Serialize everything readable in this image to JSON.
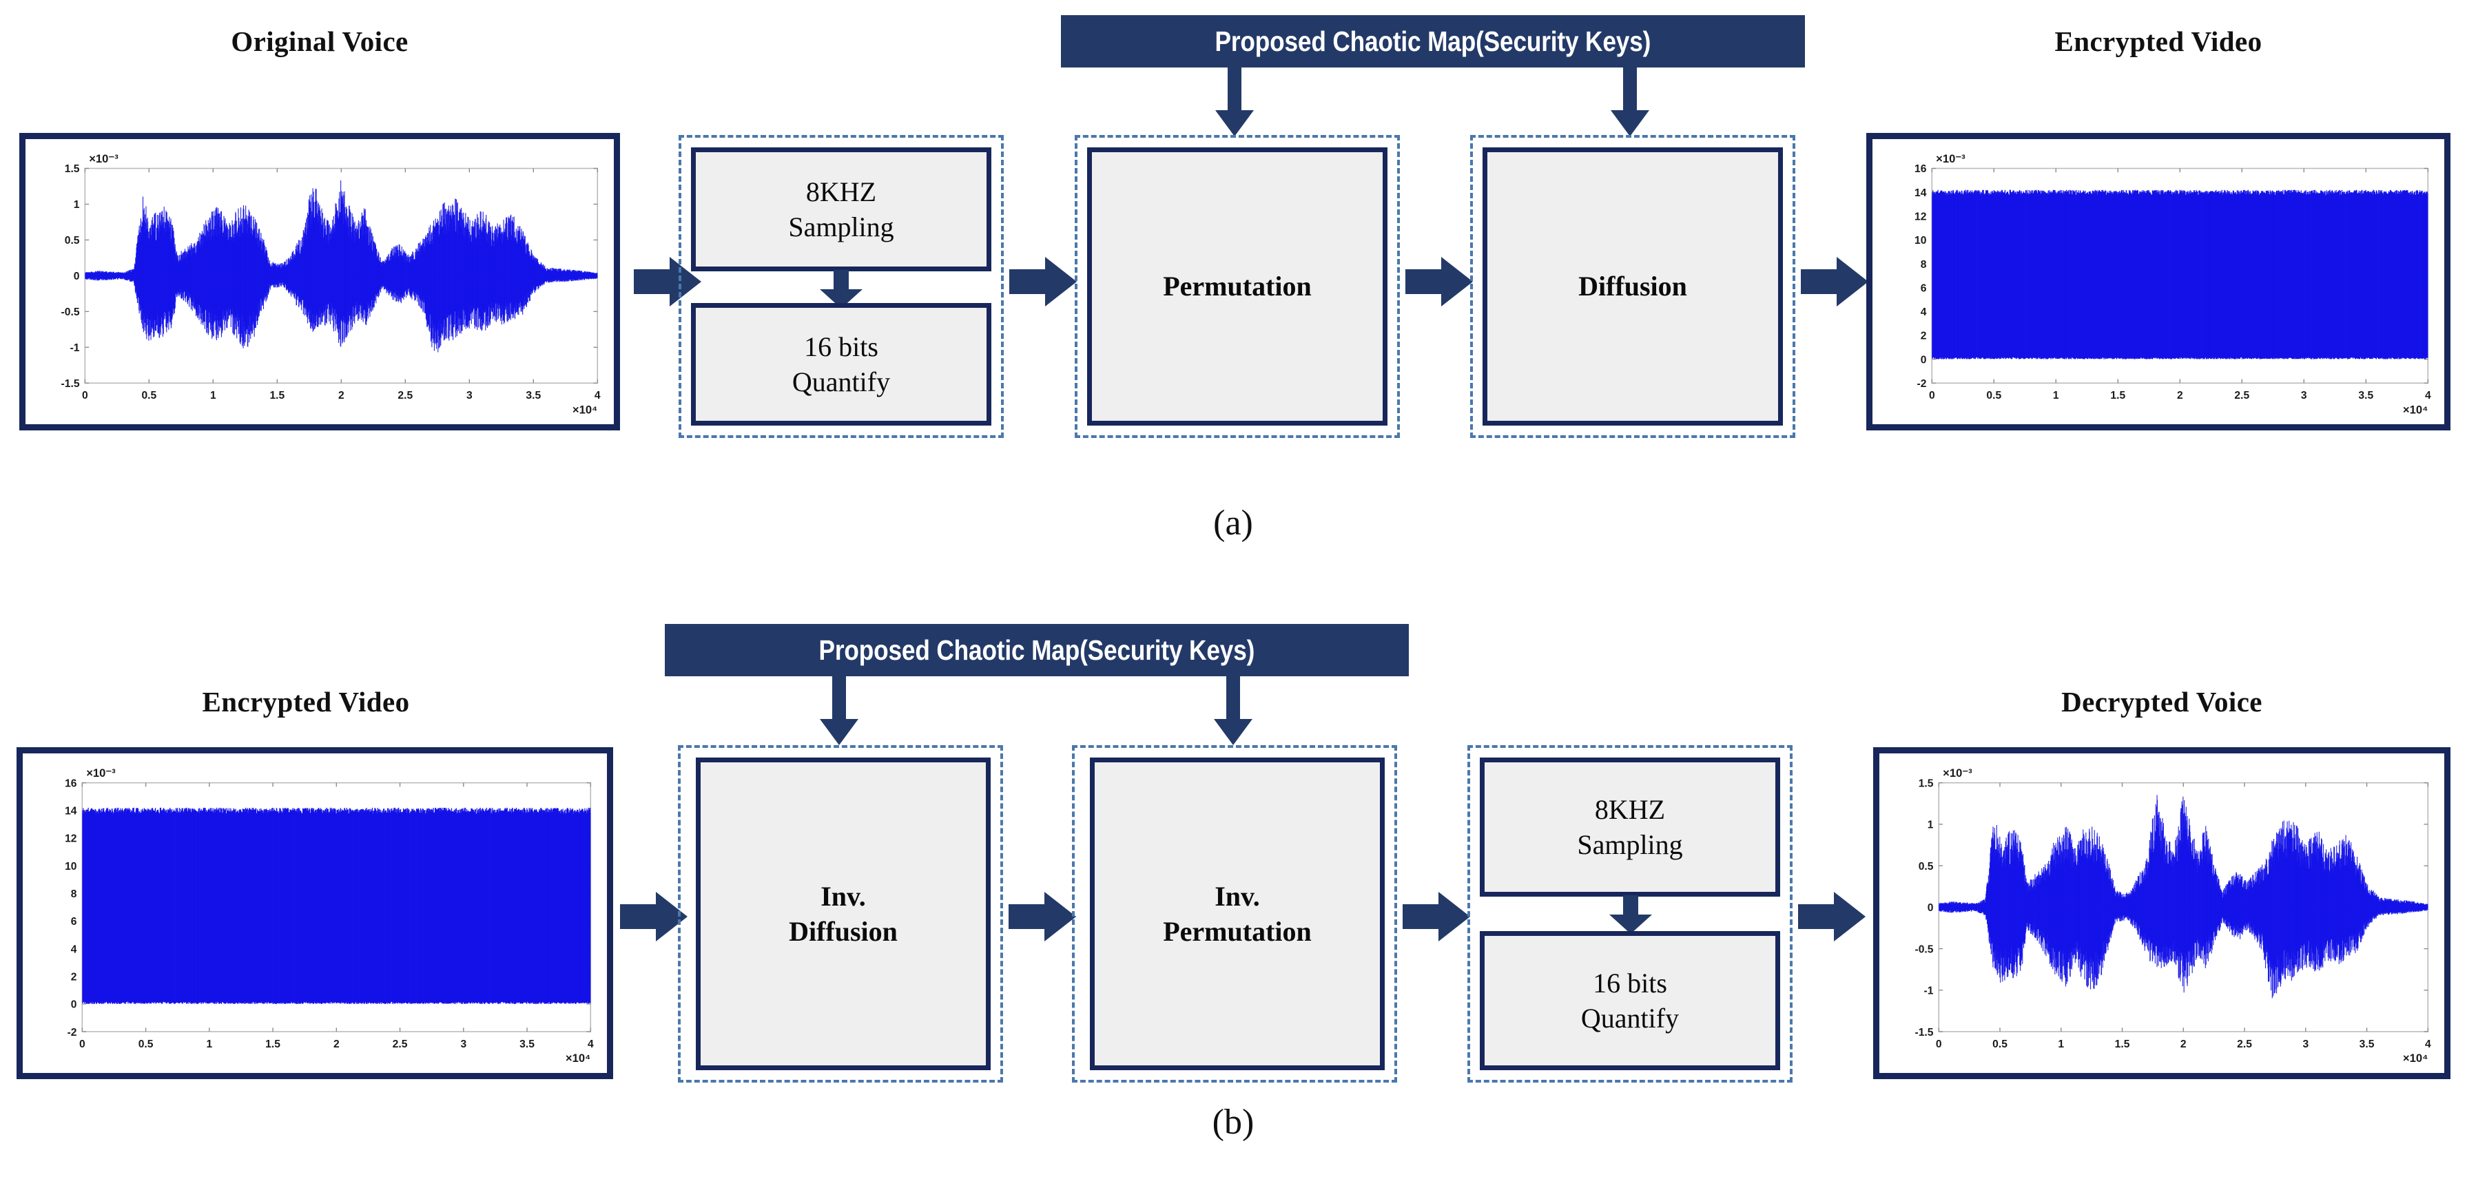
{
  "figure": {
    "panels": [
      {
        "caption": "(a)",
        "caption_prefix": "(",
        "caption_letter": "a",
        "caption_suffix": ")"
      },
      {
        "caption": "(b)",
        "caption_prefix": "(",
        "caption_letter": "b",
        "caption_suffix": ")"
      }
    ]
  },
  "panel_a": {
    "caption": "(a)",
    "input_title": "Original Voice",
    "output_title": "Encrypted Video",
    "key_bar": "Proposed Chaotic Map(Security Keys)",
    "stage1": {
      "box1": "8KHZ\nSampling",
      "box1_line1": "8KHZ",
      "box1_line2": "Sampling",
      "box2": "16 bits\nQuantify",
      "box2_line1": "16 bits",
      "box2_line2": "Quantify"
    },
    "stage2": {
      "label": "Permutation"
    },
    "stage3": {
      "label": "Diffusion"
    }
  },
  "panel_b": {
    "caption": "(b)",
    "input_title": "Encrypted Video",
    "output_title": "Decrypted Voice",
    "key_bar": "Proposed Chaotic Map(Security Keys)",
    "stage1": {
      "label_line1": "Inv.",
      "label_line2": "Diffusion"
    },
    "stage2": {
      "label_line1": "Inv.",
      "label_line2": "Permutation"
    },
    "stage3": {
      "box1_line1": "8KHZ",
      "box1_line2": "Sampling",
      "box2_line1": "16 bits",
      "box2_line2": "Quantify"
    }
  },
  "colors": {
    "navy": "#233a68",
    "frame_navy": "#17275b",
    "dashed_blue": "#4a78ab",
    "box_fill": "#efefef",
    "signal_blue": "#1412e8",
    "background": "#ffffff"
  },
  "chart_data": [
    {
      "id": "original-voice",
      "type": "line",
      "title": "Original Voice",
      "xlabel": "",
      "ylabel": "",
      "x_exponent": "×10⁴",
      "y_exponent": "×10⁻³",
      "xlim": [
        0,
        4
      ],
      "ylim": [
        -1.5,
        1.5
      ],
      "xticks": [
        "0",
        "0.5",
        "1",
        "1.5",
        "2",
        "2.5",
        "3",
        "3.5",
        "4"
      ],
      "yticks": [
        "1.5",
        "1",
        "0.5",
        "0",
        "-0.5",
        "-1",
        "-1.5"
      ],
      "grid": false,
      "legend": "none",
      "series_color": "#1412e8",
      "description": "Speech waveform, amplitude envelope of a voice sample",
      "envelope_x": [
        0.0,
        0.1,
        0.2,
        0.3,
        0.38,
        0.45,
        0.5,
        0.56,
        0.62,
        0.68,
        0.72,
        0.8,
        0.88,
        0.95,
        1.05,
        1.12,
        1.18,
        1.25,
        1.32,
        1.38,
        1.45,
        1.55,
        1.62,
        1.7,
        1.78,
        1.85,
        1.92,
        2.0,
        2.05,
        2.12,
        2.18,
        2.25,
        2.32,
        2.4,
        2.46,
        2.52,
        2.58,
        2.65,
        2.72,
        2.8,
        2.88,
        2.95,
        3.02,
        3.1,
        3.18,
        3.26,
        3.34,
        3.42,
        3.5,
        3.6,
        3.72,
        3.85,
        4.0
      ],
      "envelope_top": [
        0.05,
        0.07,
        0.06,
        0.05,
        0.1,
        1.12,
        0.85,
        0.9,
        1.0,
        0.78,
        0.3,
        0.42,
        0.55,
        0.85,
        1.0,
        0.72,
        0.95,
        1.0,
        0.85,
        0.6,
        0.2,
        0.18,
        0.35,
        0.6,
        1.4,
        0.95,
        0.7,
        1.4,
        1.05,
        0.7,
        1.0,
        0.55,
        0.2,
        0.4,
        0.45,
        0.3,
        0.42,
        0.55,
        0.8,
        1.02,
        1.12,
        0.92,
        0.8,
        0.95,
        0.7,
        0.78,
        0.9,
        0.62,
        0.3,
        0.12,
        0.1,
        0.08,
        0.04
      ],
      "envelope_bot": [
        -0.05,
        -0.07,
        -0.06,
        -0.05,
        -0.1,
        -0.85,
        -0.92,
        -0.88,
        -0.85,
        -0.8,
        -0.28,
        -0.4,
        -0.6,
        -0.82,
        -0.98,
        -0.7,
        -0.9,
        -1.05,
        -0.88,
        -0.55,
        -0.18,
        -0.16,
        -0.32,
        -0.58,
        -0.8,
        -0.72,
        -0.68,
        -1.05,
        -0.9,
        -0.62,
        -0.75,
        -0.5,
        -0.18,
        -0.35,
        -0.4,
        -0.28,
        -0.38,
        -0.55,
        -1.18,
        -0.95,
        -0.9,
        -0.8,
        -0.72,
        -0.82,
        -0.65,
        -0.7,
        -0.62,
        -0.55,
        -0.26,
        -0.1,
        -0.09,
        -0.07,
        -0.04
      ]
    },
    {
      "id": "encrypted-video",
      "type": "line",
      "title": "Encrypted Video",
      "xlabel": "",
      "ylabel": "",
      "x_exponent": "×10⁴",
      "y_exponent": "×10⁻³",
      "xlim": [
        0,
        4
      ],
      "ylim": [
        -2,
        16
      ],
      "xticks": [
        "0",
        "0.5",
        "1",
        "1.5",
        "2",
        "2.5",
        "3",
        "3.5",
        "4"
      ],
      "yticks": [
        "16",
        "14",
        "12",
        "10",
        "8",
        "6",
        "4",
        "2",
        "0",
        "-2"
      ],
      "grid": false,
      "legend": "none",
      "series_color": "#1412e8",
      "description": "Encrypted signal fills the band uniformly from 0 to about 14.2 (×10⁻³)",
      "band_low": 0.0,
      "band_high": 14.2
    },
    {
      "id": "encrypted-video-b",
      "type": "line",
      "title": "Encrypted Video",
      "xlabel": "",
      "ylabel": "",
      "x_exponent": "×10⁴",
      "y_exponent": "×10⁻³",
      "xlim": [
        0,
        4
      ],
      "ylim": [
        -2,
        16
      ],
      "xticks": [
        "0",
        "0.5",
        "1",
        "1.5",
        "2",
        "2.5",
        "3",
        "3.5",
        "4"
      ],
      "yticks": [
        "16",
        "14",
        "12",
        "10",
        "8",
        "6",
        "4",
        "2",
        "0",
        "-2"
      ],
      "grid": false,
      "legend": "none",
      "series_color": "#1412e8",
      "description": "Encrypted signal fills the band uniformly from 0 to about 14.2 (×10⁻³)",
      "band_low": 0.0,
      "band_high": 14.2
    },
    {
      "id": "decrypted-voice",
      "type": "line",
      "title": "Decrypted Voice",
      "xlabel": "",
      "ylabel": "",
      "x_exponent": "×10⁴",
      "y_exponent": "×10⁻³",
      "xlim": [
        0,
        4
      ],
      "ylim": [
        -1.5,
        1.5
      ],
      "xticks": [
        "0",
        "0.5",
        "1",
        "1.5",
        "2",
        "2.5",
        "3",
        "3.5",
        "4"
      ],
      "yticks": [
        "1.5",
        "1",
        "0.5",
        "0",
        "-0.5",
        "-1",
        "-1.5"
      ],
      "grid": false,
      "legend": "none",
      "series_color": "#1412e8",
      "description": "Recovered speech waveform, visually identical to the original voice",
      "envelope_x": [
        0.0,
        0.1,
        0.2,
        0.3,
        0.38,
        0.45,
        0.5,
        0.56,
        0.62,
        0.68,
        0.72,
        0.8,
        0.88,
        0.95,
        1.05,
        1.12,
        1.18,
        1.25,
        1.32,
        1.38,
        1.45,
        1.55,
        1.62,
        1.7,
        1.78,
        1.85,
        1.92,
        2.0,
        2.05,
        2.12,
        2.18,
        2.25,
        2.32,
        2.4,
        2.46,
        2.52,
        2.58,
        2.65,
        2.72,
        2.8,
        2.88,
        2.95,
        3.02,
        3.1,
        3.18,
        3.26,
        3.34,
        3.42,
        3.5,
        3.6,
        3.72,
        3.85,
        4.0
      ],
      "envelope_top": [
        0.05,
        0.07,
        0.06,
        0.05,
        0.1,
        1.12,
        0.85,
        0.9,
        1.0,
        0.78,
        0.3,
        0.42,
        0.55,
        0.85,
        1.0,
        0.72,
        0.95,
        1.0,
        0.85,
        0.6,
        0.2,
        0.18,
        0.35,
        0.6,
        1.4,
        0.95,
        0.7,
        1.4,
        1.05,
        0.7,
        1.0,
        0.55,
        0.2,
        0.4,
        0.45,
        0.3,
        0.42,
        0.55,
        0.8,
        1.02,
        1.12,
        0.92,
        0.8,
        0.95,
        0.7,
        0.78,
        0.9,
        0.62,
        0.3,
        0.12,
        0.1,
        0.08,
        0.04
      ],
      "envelope_bot": [
        -0.05,
        -0.07,
        -0.06,
        -0.05,
        -0.1,
        -0.85,
        -0.92,
        -0.88,
        -0.85,
        -0.8,
        -0.28,
        -0.4,
        -0.6,
        -0.82,
        -0.98,
        -0.7,
        -0.9,
        -1.05,
        -0.88,
        -0.55,
        -0.18,
        -0.16,
        -0.32,
        -0.58,
        -0.8,
        -0.72,
        -0.68,
        -1.05,
        -0.9,
        -0.62,
        -0.75,
        -0.5,
        -0.18,
        -0.35,
        -0.4,
        -0.28,
        -0.38,
        -0.55,
        -1.18,
        -0.95,
        -0.9,
        -0.8,
        -0.72,
        -0.82,
        -0.65,
        -0.7,
        -0.62,
        -0.55,
        -0.26,
        -0.1,
        -0.09,
        -0.07,
        -0.04
      ]
    }
  ]
}
